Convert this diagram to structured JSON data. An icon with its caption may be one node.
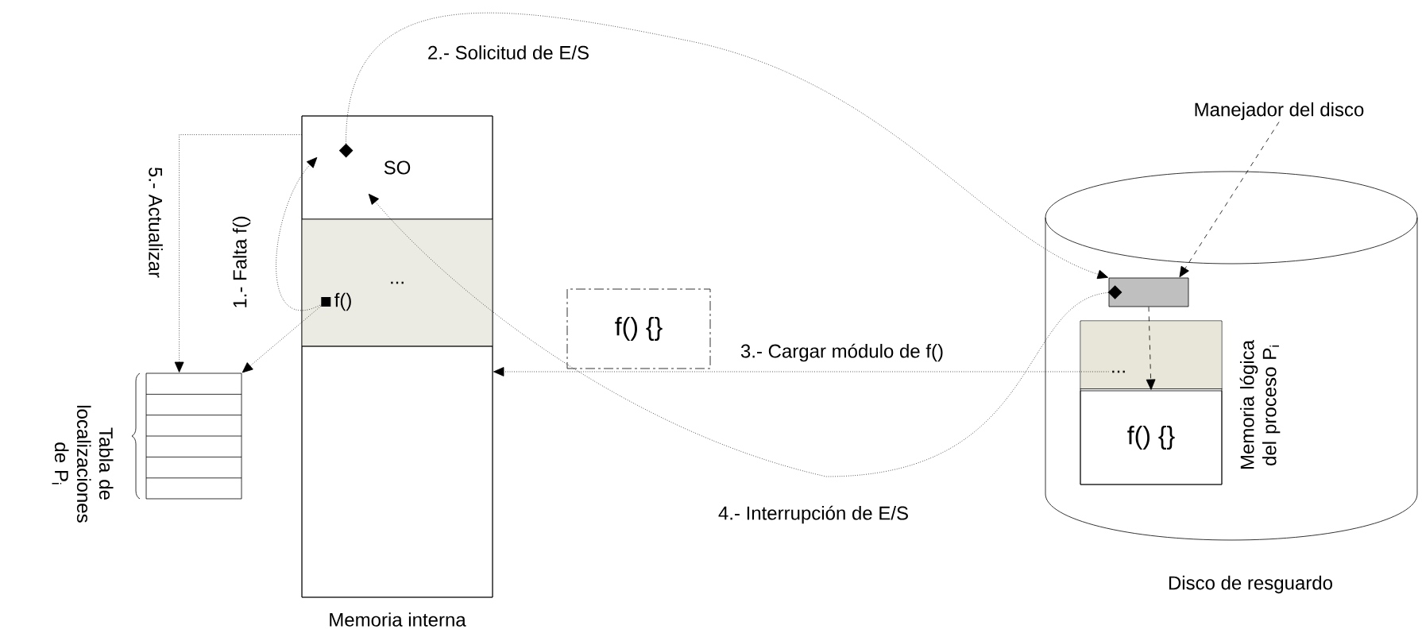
{
  "diagram": {
    "nodes": [
      {
        "text": [],
        "shape": "box",
        "beside": [
          "Memoria interna"
        ]
      },
      {
        "text": [
          "SO"
        ],
        "in": 0
      },
      {
        "text": [
          "..."
        ],
        "in": 0
      },
      {
        "text": [
          "f()"
        ],
        "in": 2
      },
      {
        "text": [],
        "shape": "box",
        "in": 0
      },
      {
        "text": [],
        "shape": "box",
        "beside": [
          "Tabla de localizaciones de P$_{i}$"
        ]
      },
      {
        "text": [
          "f() {}"
        ]
      },
      {
        "text": [
          "Manejador del disco"
        ]
      },
      {
        "text": [],
        "shape": "cylinder",
        "beside": [
          "Disco de resguardo"
        ]
      },
      {
        "text": [],
        "shape": "box",
        "in": 8
      },
      {
        "text": [],
        "shape": "box",
        "in": 8,
        "beside": [
          "Memoria lógica del proceso P$_{i}$"
        ]
      },
      {
        "text": [
          "..."
        ],
        "in": 10
      },
      {
        "text": [
          "f() {}"
        ],
        "in": 10
      }
    ],
    "edges": [
      {
        "from": 3,
        "to": 1,
        "arrow": "to",
        "label": "1.- Falta f()"
      },
      {
        "from": 1,
        "to": 9,
        "arrow": "to",
        "label": "2.- Solicitud de E/S"
      },
      {
        "from": 11,
        "to": 4,
        "arrow": "to",
        "label": "3.- Cargar módulo de f()"
      },
      {
        "from": 9,
        "to": 1,
        "arrow": "to",
        "label": "4.- Interrupción de E/S"
      },
      {
        "from": 1,
        "to": 5,
        "arrow": "to",
        "label": "5.- Actualizar"
      },
      {
        "from": 3,
        "to": 5,
        "arrow": "to"
      },
      {
        "from": 7,
        "to": 9,
        "arrow": "to",
        "style": "dashed"
      },
      {
        "from": 9,
        "to": 12,
        "arrow": "to",
        "style": "dashed"
      }
    ]
  }
}
